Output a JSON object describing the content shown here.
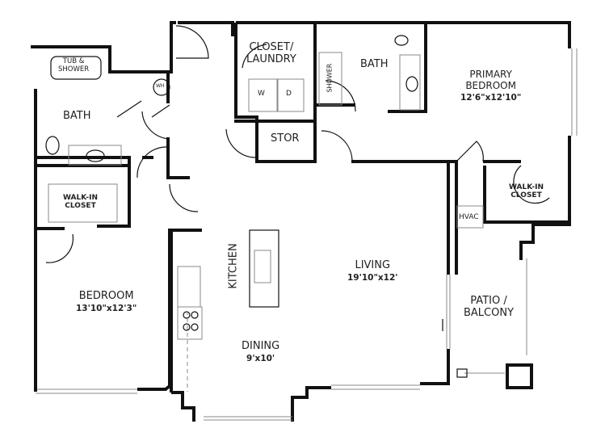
{
  "rooms": {
    "tub_shower": {
      "line1": "TUB &",
      "line2": "SHOWER"
    },
    "water_heater": "WH",
    "bath_left": "BATH",
    "walk_in_closet_left": {
      "line1": "WALK-IN",
      "line2": "CLOSET"
    },
    "closet_laundry": {
      "line1": "CLOSET/",
      "line2": "LAUNDRY"
    },
    "washer": "W",
    "dryer": "D",
    "stor": "STOR",
    "shower": "SHOWER",
    "bath_primary": "BATH",
    "primary_bedroom": {
      "line1": "PRIMARY",
      "line2": "BEDROOM",
      "dims": "12'6\"x12'10\""
    },
    "walk_in_closet_primary": {
      "line1": "WALK-IN",
      "line2": "CLOSET"
    },
    "hvac": "HVAC",
    "kitchen": "KITCHEN",
    "living": {
      "name": "LIVING",
      "dims": "19'10\"x12'"
    },
    "bedroom": {
      "name": "BEDROOM",
      "dims": "13'10\"x12'3\""
    },
    "dining": {
      "name": "DINING",
      "dims": "9'x10'"
    },
    "patio": {
      "line1": "PATIO /",
      "line2": "BALCONY"
    }
  }
}
